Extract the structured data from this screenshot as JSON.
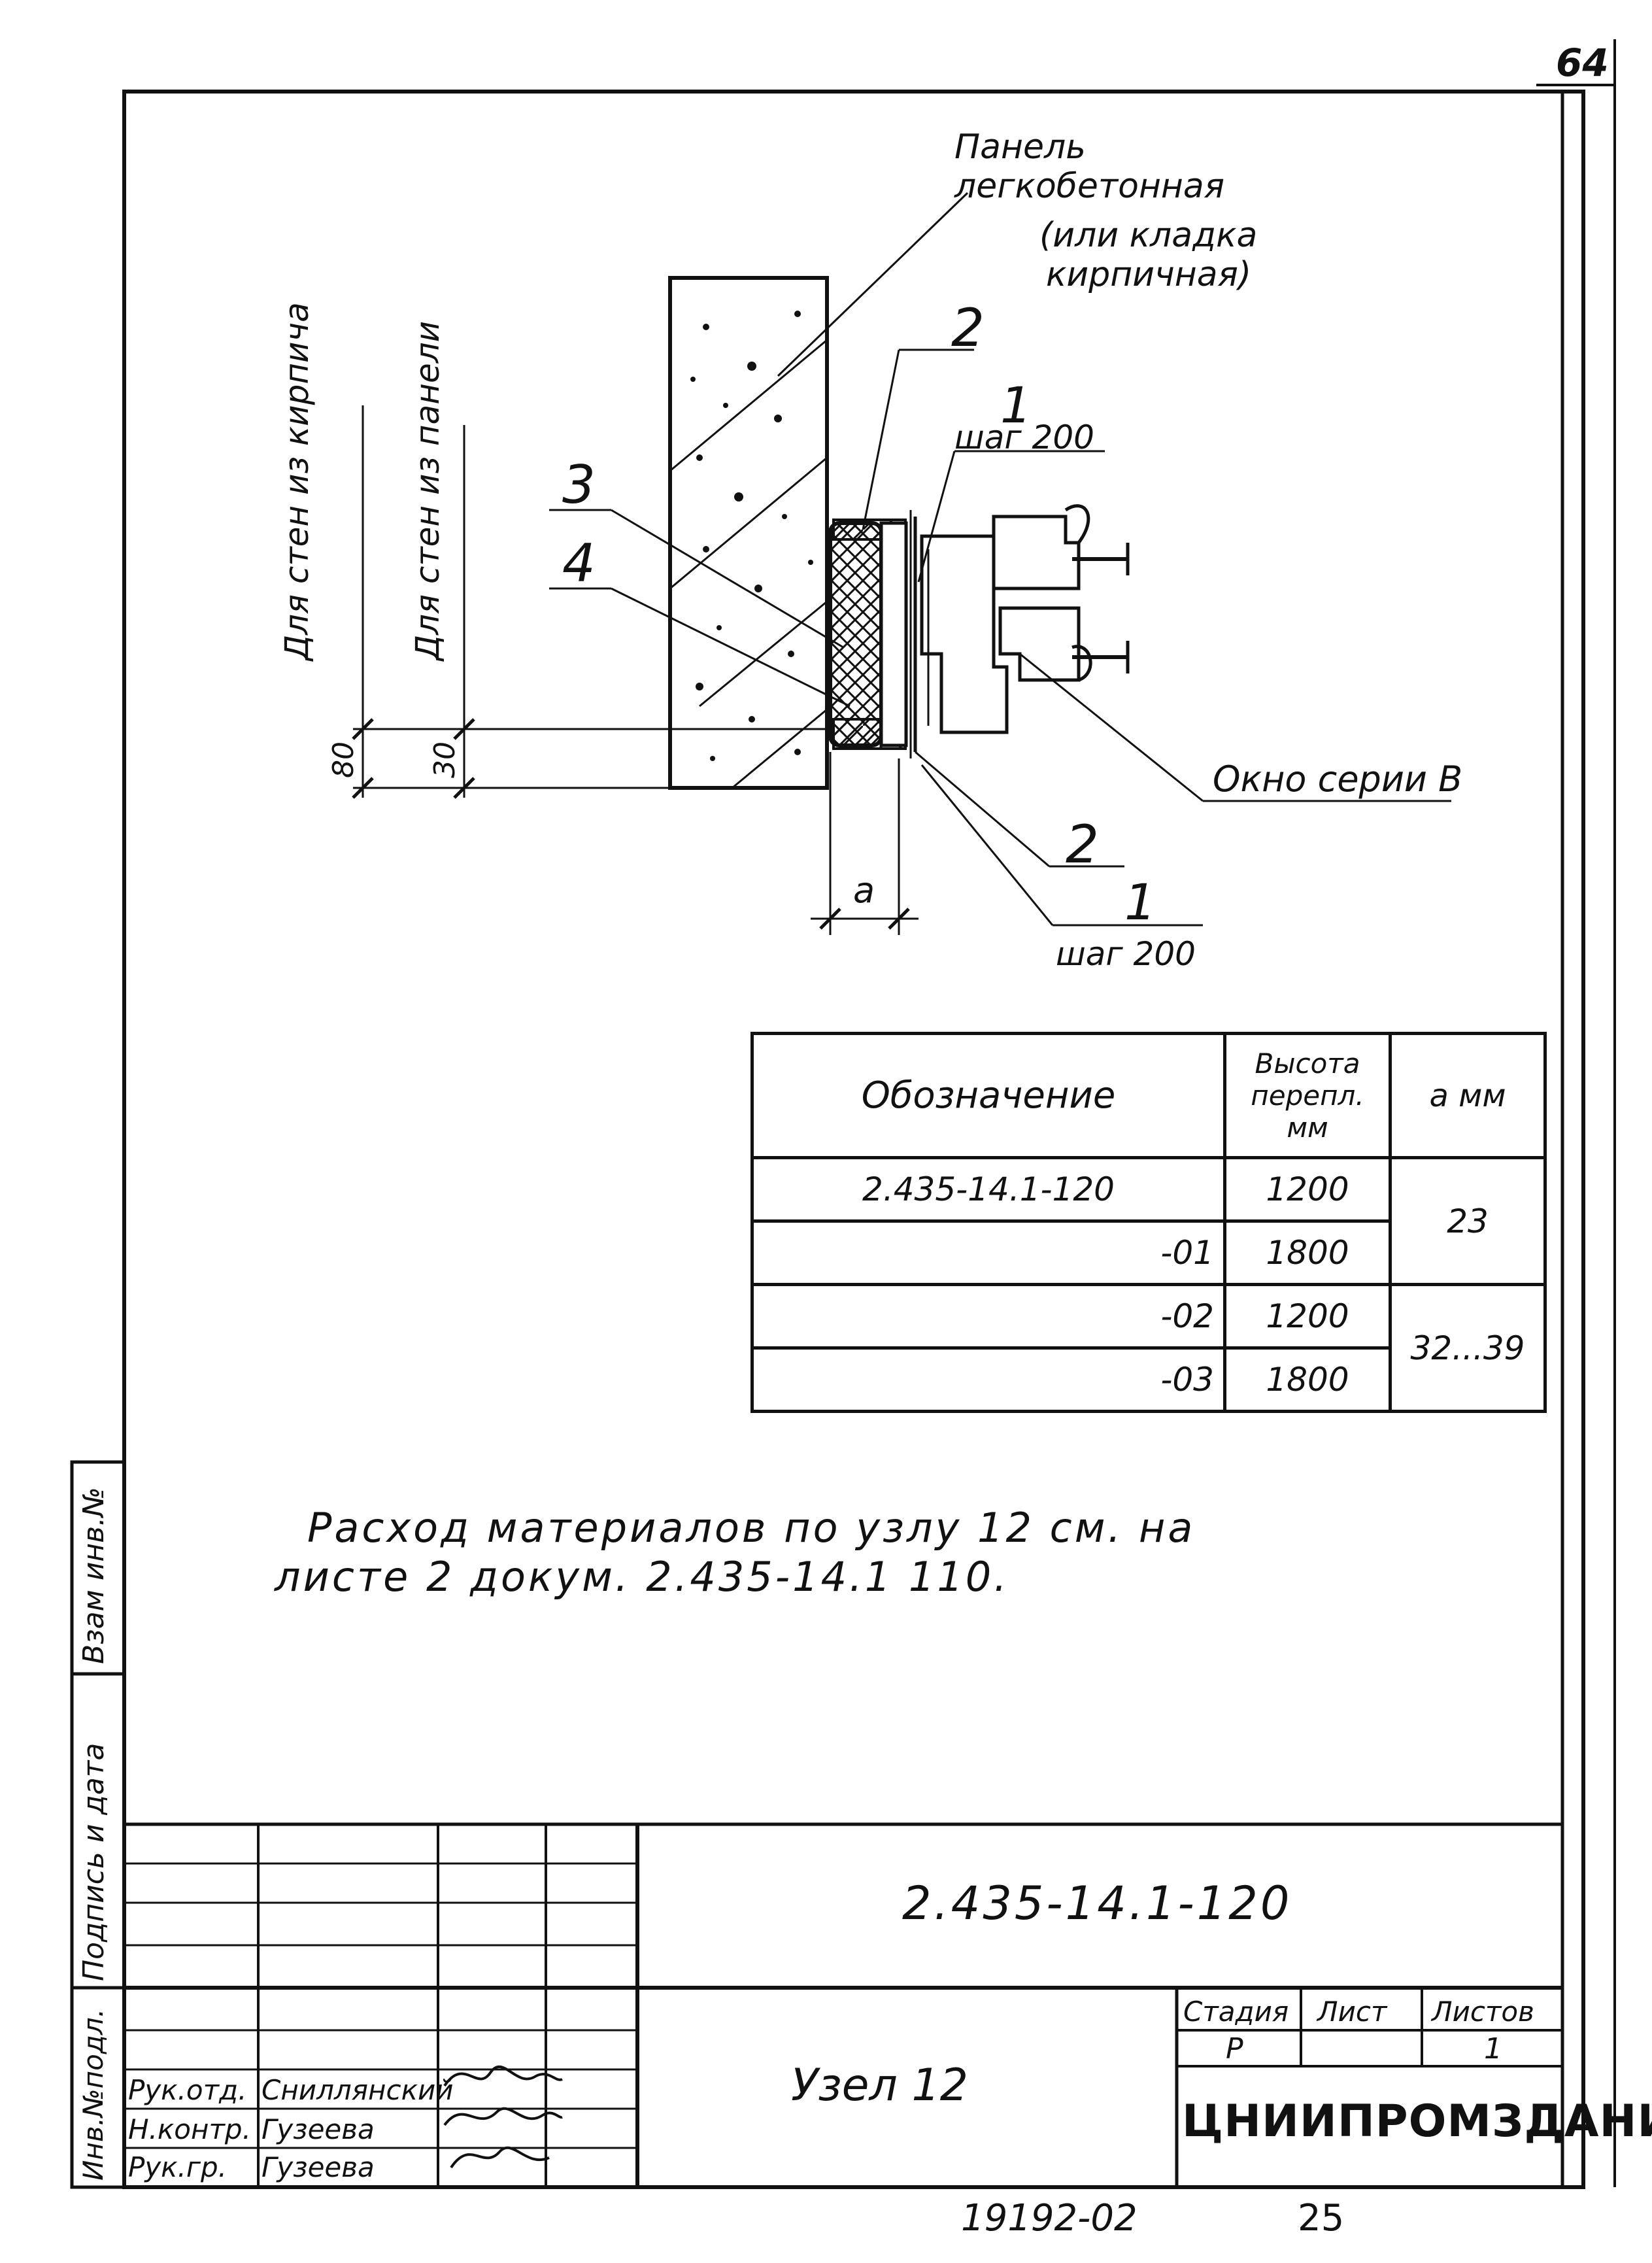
{
  "page_number": "64",
  "drawing": {
    "labels": {
      "panel_line1": "Панель",
      "panel_line2": "легкобетонная",
      "alt_line1": "(или кладка",
      "alt_line2": "кирпичная)",
      "mark_2_top": "2",
      "mark_1_top": "1",
      "step_top": "шаг 200",
      "mark_3": "3",
      "mark_4": "4",
      "window": "Окно серии В",
      "mark_2_bottom": "2",
      "mark_1_bottom": "1",
      "step_bottom": "шаг 200",
      "dim_a": "a",
      "brick_walls": "Для стен из кирпича",
      "panel_walls": "Для стен из панели",
      "dim_80": "80",
      "dim_30": "30"
    }
  },
  "spec_table": {
    "headers": {
      "designation": "Обозначение",
      "height": "Высота перепл. мм",
      "a": "а мм"
    },
    "rows": [
      {
        "designation": "2.435-14.1-120",
        "height": "1200"
      },
      {
        "designation": "-01",
        "height": "1800"
      },
      {
        "designation": "-02",
        "height": "1200"
      },
      {
        "designation": "-03",
        "height": "1800"
      }
    ],
    "a_groups": [
      "23",
      "32...39"
    ]
  },
  "note": {
    "line1": "Расход материалов по узлу 12 см. на",
    "line2": "листе 2 докум. 2.435-14.1 110."
  },
  "side_stamp": {
    "inv_sub": "Взам инв.№",
    "sign_date": "Подпись и дата",
    "inv_orig": "Инв.№подл."
  },
  "title_block": {
    "doc_code": "2.435-14.1-120",
    "title": "Узел 12",
    "roles": [
      {
        "role": "Рук.отд.",
        "name": "Сниллянский"
      },
      {
        "role": "Н.контр.",
        "name": "Гузеева"
      },
      {
        "role": "Рук.гр.",
        "name": "Гузеева"
      }
    ],
    "stage_header": "Стадия",
    "sheet_header": "Лист",
    "sheets_header": "Листов",
    "stage_value": "Р",
    "sheets_value": "1",
    "organization": "ЦНИИПРОМЗДАНИЙ"
  },
  "footer": {
    "order_number": "19192-02",
    "page": "25"
  }
}
